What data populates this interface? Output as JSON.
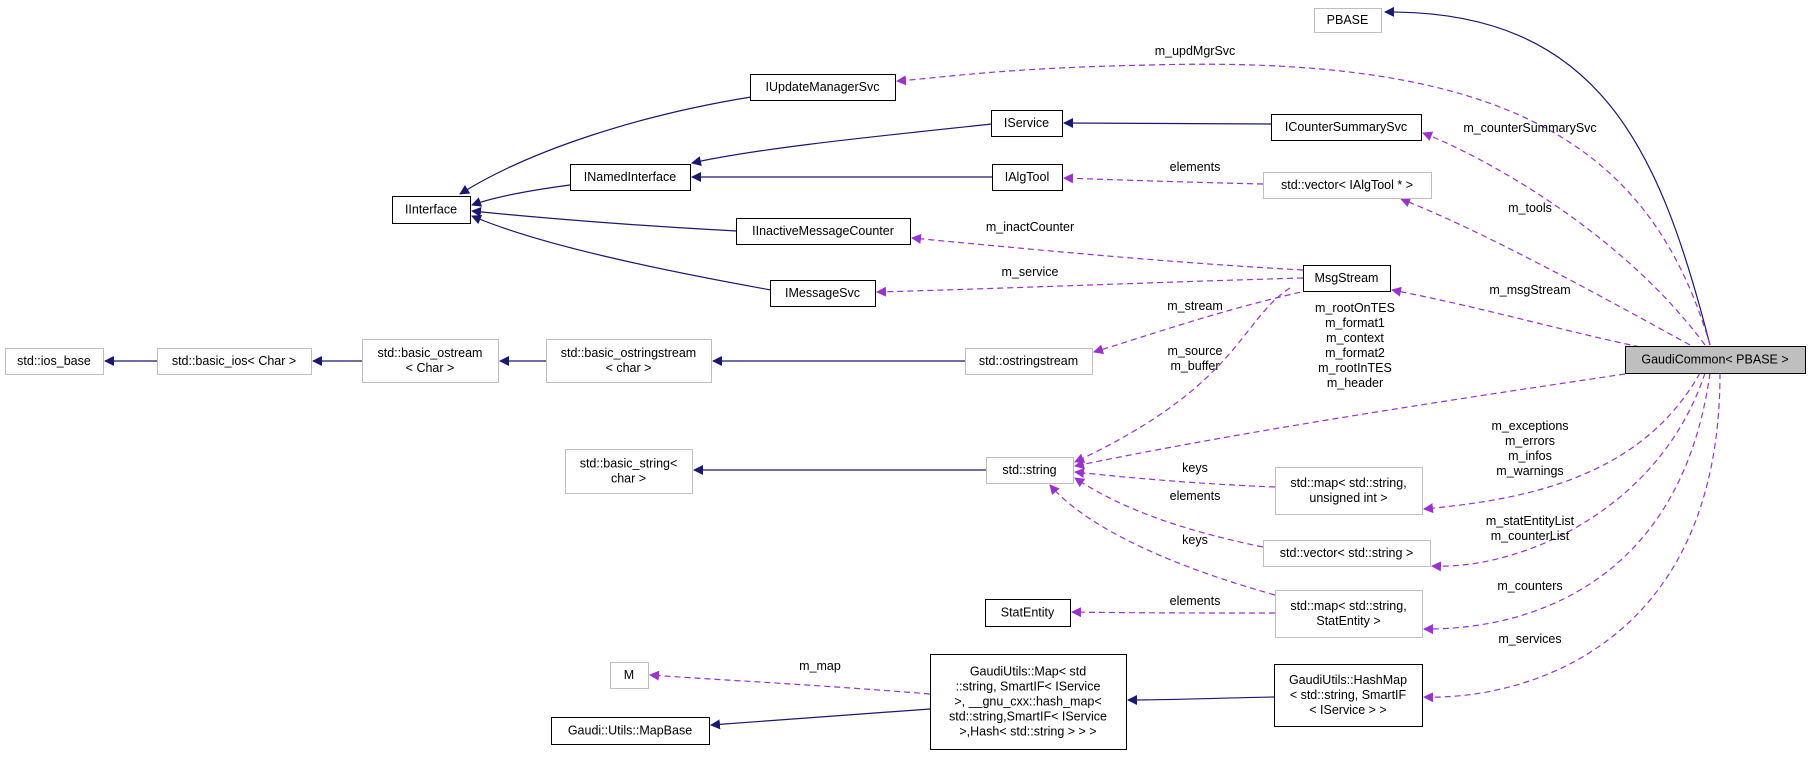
{
  "diagram": {
    "title": "",
    "colors": {
      "inheritance_edge": "#191970",
      "usage_edge": "#9a32cd",
      "documented_border": "#000000",
      "external_border": "#bfbfbf",
      "focus_fill": "#bfbfbf"
    },
    "nodes": [
      {
        "id": "pbase",
        "lines": [
          "PBASE"
        ],
        "style": "external"
      },
      {
        "id": "iupdatemanagersvc",
        "lines": [
          "IUpdateManagerSvc"
        ],
        "style": "documented"
      },
      {
        "id": "iservice",
        "lines": [
          "IService"
        ],
        "style": "documented"
      },
      {
        "id": "icountersummarysvc",
        "lines": [
          "ICounterSummarySvc"
        ],
        "style": "documented"
      },
      {
        "id": "ialgtool",
        "lines": [
          "IAlgTool"
        ],
        "style": "documented"
      },
      {
        "id": "vector-ialgtool",
        "lines": [
          "std::vector< IAlgTool * >"
        ],
        "style": "external"
      },
      {
        "id": "inamedinterface",
        "lines": [
          "INamedInterface"
        ],
        "style": "documented"
      },
      {
        "id": "iinterface",
        "lines": [
          "IInterface"
        ],
        "style": "documented"
      },
      {
        "id": "iinactivemessagecounter",
        "lines": [
          "IInactiveMessageCounter"
        ],
        "style": "documented"
      },
      {
        "id": "msgstream",
        "lines": [
          "MsgStream"
        ],
        "style": "documented"
      },
      {
        "id": "imessagesvc",
        "lines": [
          "IMessageSvc"
        ],
        "style": "documented"
      },
      {
        "id": "gaudicommon",
        "lines": [
          "GaudiCommon< PBASE >"
        ],
        "style": "focus"
      },
      {
        "id": "ios-base",
        "lines": [
          "std::ios_base"
        ],
        "style": "external"
      },
      {
        "id": "basic-ios",
        "lines": [
          "std::basic_ios< Char >"
        ],
        "style": "external"
      },
      {
        "id": "basic-ostream",
        "lines": [
          "std::basic_ostream",
          "< Char >"
        ],
        "style": "external"
      },
      {
        "id": "basic-ostringstream",
        "lines": [
          "std::basic_ostringstream",
          "< char >"
        ],
        "style": "external"
      },
      {
        "id": "ostringstream",
        "lines": [
          "std::ostringstream"
        ],
        "style": "external"
      },
      {
        "id": "basic-string",
        "lines": [
          "std::basic_string<",
          "char >"
        ],
        "style": "external"
      },
      {
        "id": "string",
        "lines": [
          "std::string"
        ],
        "style": "external"
      },
      {
        "id": "map-uint",
        "lines": [
          "std::map< std::string,",
          "unsigned int >"
        ],
        "style": "external"
      },
      {
        "id": "vector-string",
        "lines": [
          "std::vector< std::string >"
        ],
        "style": "external"
      },
      {
        "id": "statentity",
        "lines": [
          "StatEntity"
        ],
        "style": "documented"
      },
      {
        "id": "map-statentity",
        "lines": [
          "std::map< std::string,",
          "StatEntity >"
        ],
        "style": "external"
      },
      {
        "id": "m",
        "lines": [
          "M"
        ],
        "style": "external"
      },
      {
        "id": "gaudiutils-map",
        "lines": [
          "GaudiUtils::Map< std",
          "::string, SmartIF< IService",
          ">, __gnu_cxx::hash_map<",
          "std::string,SmartIF< IService",
          ">,Hash< std::string > > >"
        ],
        "style": "documented"
      },
      {
        "id": "mapbase",
        "lines": [
          "Gaudi::Utils::MapBase"
        ],
        "style": "documented"
      },
      {
        "id": "hashmap",
        "lines": [
          "GaudiUtils::HashMap",
          "< std::string, SmartIF",
          "< IService > >"
        ],
        "style": "documented"
      }
    ],
    "edge_labels": {
      "updmgrsvc": [
        "m_updMgrSvc"
      ],
      "countersummarysvc": [
        "m_counterSummarySvc"
      ],
      "elements_algtool": [
        "elements"
      ],
      "tools": [
        "m_tools"
      ],
      "inactcounter": [
        "m_inactCounter"
      ],
      "service": [
        "m_service"
      ],
      "msgstream": [
        "m_msgStream"
      ],
      "stream": [
        "m_stream"
      ],
      "source_buffer": [
        "m_source",
        "m_buffer"
      ],
      "string_members": [
        "m_rootOnTES",
        "m_format1",
        "m_context",
        "m_format2",
        "m_rootInTES",
        "m_header"
      ],
      "exceptions": [
        "m_exceptions",
        "m_errors",
        "m_infos",
        "m_warnings"
      ],
      "keys_uint": [
        "keys"
      ],
      "elements_string": [
        "elements"
      ],
      "statentitylist": [
        "m_statEntityList",
        "m_counterList"
      ],
      "keys_statentity": [
        "keys"
      ],
      "counters": [
        "m_counters"
      ],
      "elements_statentity": [
        "elements"
      ],
      "services": [
        "m_services"
      ],
      "map": [
        "m_map"
      ]
    }
  }
}
